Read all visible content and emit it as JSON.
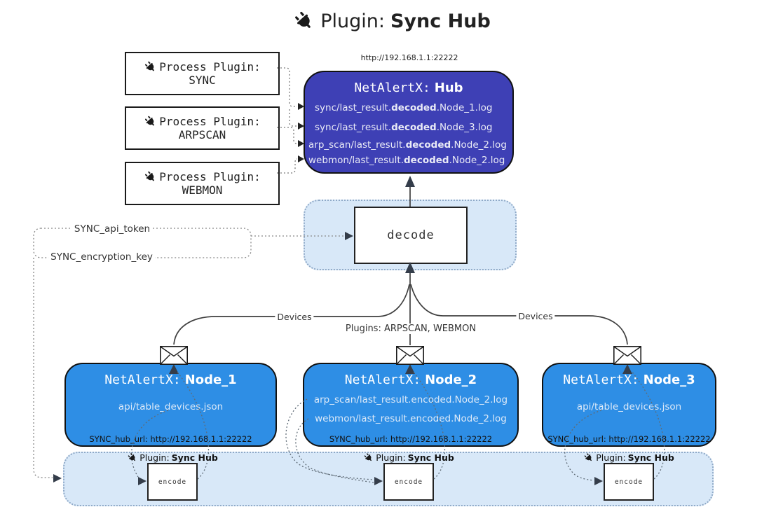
{
  "title": {
    "prefix": "Plugin:",
    "name": "Sync Hub"
  },
  "process_plugins": {
    "heading": "Process Plugin:",
    "items": [
      {
        "name": "SYNC"
      },
      {
        "name": "ARPSCAN"
      },
      {
        "name": "WEBMON"
      }
    ]
  },
  "hub": {
    "url": "http://192.168.1.1:22222",
    "title_prefix": "NetAlertX:",
    "title_name": "Hub",
    "logs": [
      {
        "pre": "sync/last_result.",
        "bold": "decoded",
        "post": ".Node_1.log"
      },
      {
        "pre": "sync/last_result.",
        "bold": "decoded",
        "post": ".Node_3.log"
      },
      {
        "pre": "arp_scan/last_result.",
        "bold": "decoded",
        "post": ".Node_2.log"
      },
      {
        "pre": "webmon/last_result.",
        "bold": "decoded",
        "post": ".Node_2.log"
      }
    ]
  },
  "decode": {
    "label": "decode"
  },
  "secrets": {
    "api_token": "SYNC_api_token",
    "encryption_key": "SYNC_encryption_key"
  },
  "edge_labels": {
    "devices_left": "Devices",
    "devices_right": "Devices",
    "plugins": "Plugins: ARPSCAN, WEBMON"
  },
  "nodes": [
    {
      "title_prefix": "NetAlertX:",
      "title_name": "Node_1",
      "file1": "api/table_devices.json",
      "hub_url": "SYNC_hub_url: http://192.168.1.1:22222"
    },
    {
      "title_prefix": "NetAlertX:",
      "title_name": "Node_2",
      "file1": "arp_scan/last_result.encoded.Node_2.log",
      "file2": "webmon/last_result.encoded.Node_2.log",
      "hub_url": "SYNC_hub_url: http://192.168.1.1:22222"
    },
    {
      "title_prefix": "NetAlertX:",
      "title_name": "Node_3",
      "file1": "api/table_devices.json",
      "hub_url": "SYNC_hub_url: http://192.168.1.1:22222"
    }
  ],
  "encoder": {
    "label_prefix": "Plugin:",
    "label_name": "Sync Hub",
    "box_label": "encode"
  },
  "colors": {
    "hub_bg": "#3E40B5",
    "node_bg": "#2E8EE5",
    "container_bg": "#D8E8F8",
    "container_border": "#8FA9C7",
    "hub_text": "#E9EAF6",
    "node_text": "#DCE9F8"
  }
}
